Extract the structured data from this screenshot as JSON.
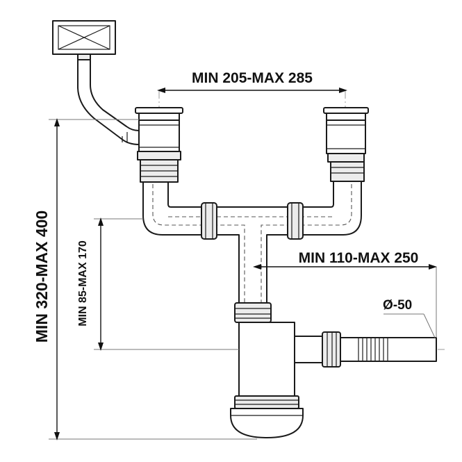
{
  "diagram": {
    "dimensions": {
      "bowl_spacing": "MIN 205-MAX 285",
      "outlet_offset": "MIN 110-MAX 250",
      "outlet_diameter": "Ø-50",
      "trap_height": "MIN 85-MAX 170",
      "overall_height": "MIN 320-MAX 400"
    }
  }
}
